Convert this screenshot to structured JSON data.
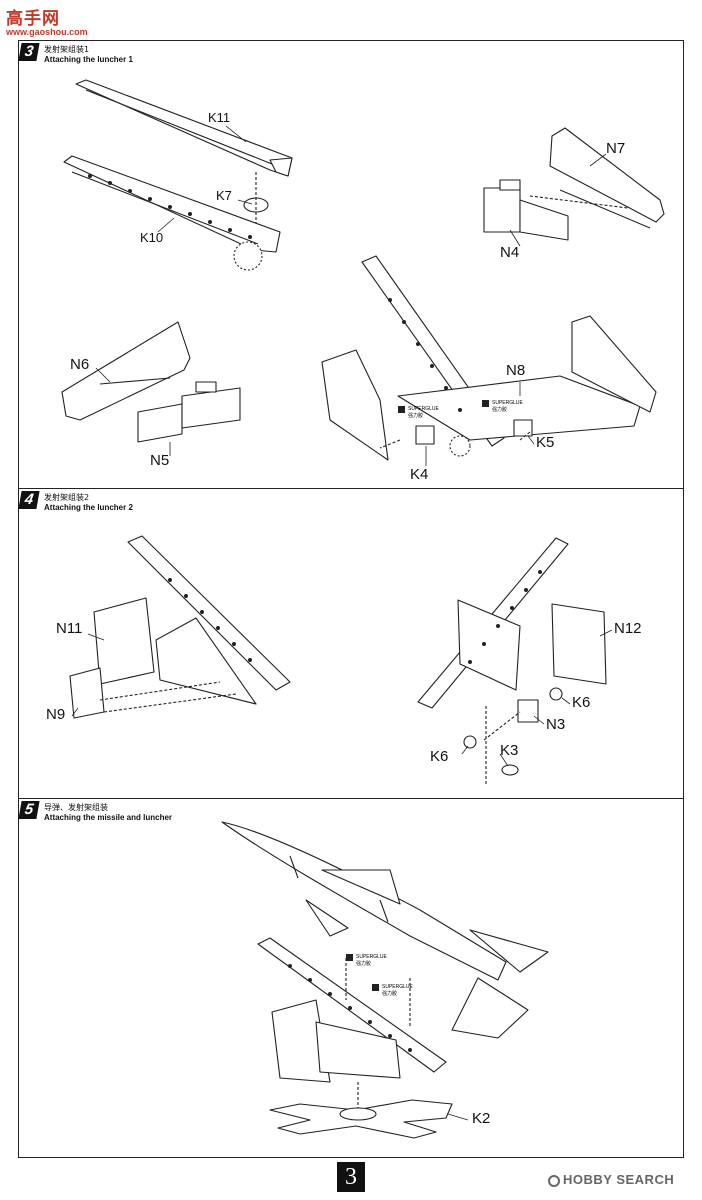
{
  "watermark": {
    "site": "www.gaoshou.com"
  },
  "steps": [
    {
      "number": "3",
      "title_zh": "发射架组装1",
      "title_en": "Attaching the luncher 1"
    },
    {
      "number": "4",
      "title_zh": "发射架组装2",
      "title_en": "Attaching the luncher 2"
    },
    {
      "number": "5",
      "title_zh": "导弹、发射架组装",
      "title_en": "Attaching the missile and luncher"
    }
  ],
  "labels": {
    "k11": "K11",
    "k7": "K7",
    "k10": "K10",
    "n7": "N7",
    "n4": "N4",
    "n6": "N6",
    "n5": "N5",
    "n8": "N8",
    "k5": "K5",
    "k4": "K4",
    "n11": "N11",
    "n9": "N9",
    "n12": "N12",
    "k6a": "K6",
    "n3": "N3",
    "k6b": "K6",
    "k3": "K3",
    "k2": "K2"
  },
  "glue": {
    "en": "SUPERGLUE",
    "zh": "强力胶"
  },
  "page_number": "3",
  "brand": {
    "text": "HOBBY SEARCH"
  },
  "colors": {
    "line": "#222222",
    "fill": "#ffffff",
    "watermark": "#c0392b"
  }
}
